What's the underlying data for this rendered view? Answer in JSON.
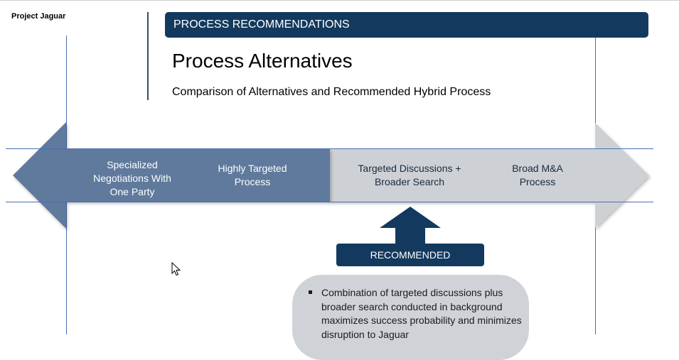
{
  "header": {
    "project_label": "Project Jaguar",
    "section_label": "PROCESS RECOMMENDATIONS",
    "title": "Process Alternatives",
    "subtitle": "Comparison of Alternatives and Recommended Hybrid Process"
  },
  "spectrum": {
    "items": [
      {
        "label": "Specialized Negotiations With One Party"
      },
      {
        "label": "Highly Targeted Process"
      },
      {
        "label": "Targeted Discussions + Broader Search"
      },
      {
        "label": "Broad M&A Process"
      }
    ]
  },
  "recommendation": {
    "label": "RECOMMENDED",
    "bullets": [
      "Combination of targeted discussions plus broader search conducted in background maximizes success probability and minimizes disruption to Jaguar"
    ]
  },
  "colors": {
    "navy": "#133a5e",
    "left_arrow": "#5f7a9c",
    "right_arrow": "#cdd1d6",
    "bubble": "#cfd3d8"
  },
  "icons": {
    "cursor": "mouse-pointer-icon"
  }
}
